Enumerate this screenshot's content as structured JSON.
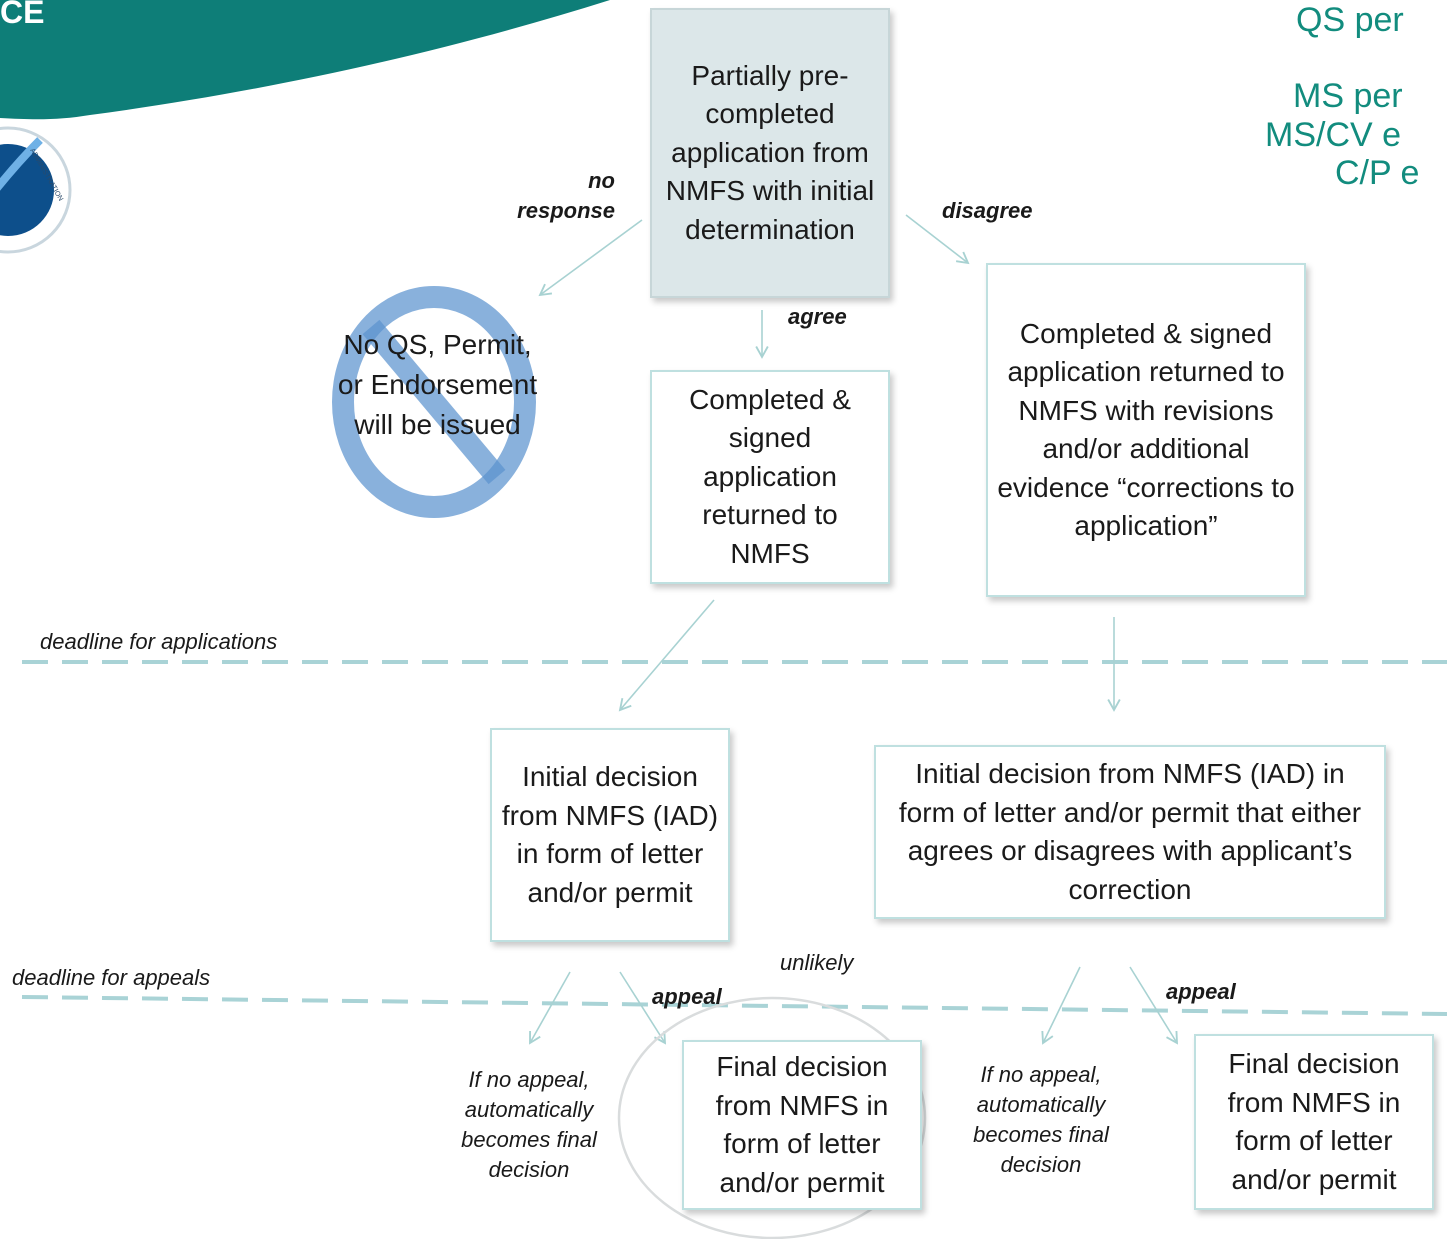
{
  "header": {
    "agency_fragment": "CE",
    "corner_lines": [
      "QS per",
      "MS per",
      "MS/CV e",
      "C/P e"
    ]
  },
  "nodes": {
    "partial": "Partially pre-completed application from NMFS with initial determination",
    "no_qs": "No QS, Permit, or Endorsement will be issued",
    "completed_agree": "Completed & signed application returned to NMFS",
    "completed_disagree": "Completed & signed application returned to NMFS with revisions and/or additional evidence “corrections to application”",
    "initial_left": "Initial decision from NMFS (IAD) in form of letter and/or permit",
    "initial_right": "Initial decision from NMFS (IAD) in form of letter and/or permit that either agrees or disagrees with applicant’s correction",
    "final_left": "Final decision from NMFS in form of letter and/or permit",
    "final_right": "Final decision from NMFS in form of letter and/or permit"
  },
  "edge_labels": {
    "no_response": "no response",
    "disagree": "disagree",
    "agree": "agree",
    "appeal_left": "appeal",
    "appeal_right": "appeal",
    "unlikely": "unlikely",
    "no_appeal_left": "If no appeal, automatically becomes final decision",
    "no_appeal_right": "If no appeal, automatically becomes final decision"
  },
  "deadlines": {
    "applications": "deadline for applications",
    "appeals": "deadline for appeals"
  },
  "colors": {
    "teal_banner": "#0e7e78",
    "line_color": "#a8d2d2",
    "deadline_dash": "#a9d3d6",
    "corner_text": "#128c7e",
    "no_symbol": "#5b93cf"
  }
}
